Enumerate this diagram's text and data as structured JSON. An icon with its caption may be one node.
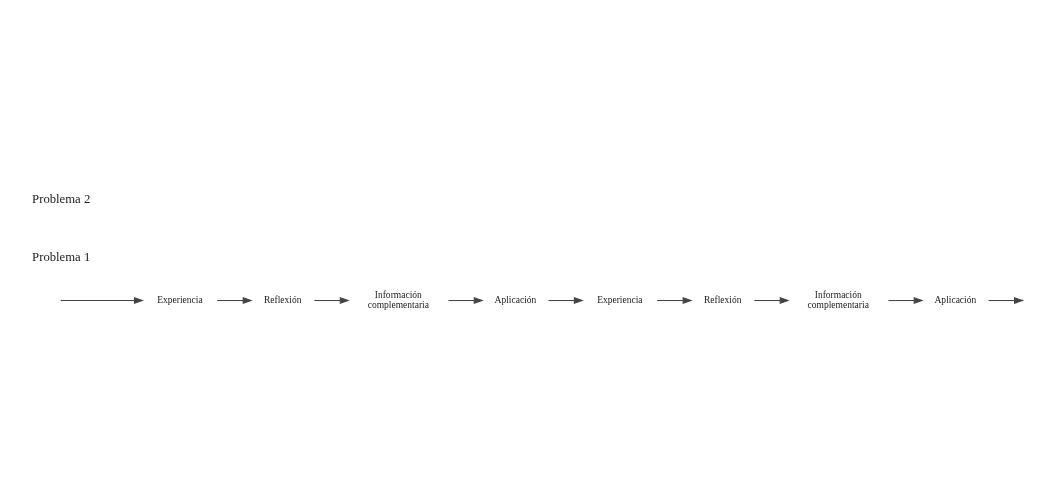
{
  "diagram": {
    "nodes": [
      {
        "text": [
          "Experiencia"
        ]
      },
      {
        "text": [
          "Reflexión"
        ]
      },
      {
        "text": [
          "Información complementaria"
        ]
      },
      {
        "text": [
          "Aplicación"
        ]
      },
      {
        "text": [
          "Experiencia"
        ]
      },
      {
        "text": [
          "Reflexión"
        ]
      },
      {
        "text": [
          "Información complementaria"
        ]
      },
      {
        "text": [
          "Aplicación"
        ]
      }
    ],
    "edges": [
      {
        "from": null,
        "to": 0,
        "arrow": "to"
      },
      {
        "from": 0,
        "to": 1,
        "arrow": "to"
      },
      {
        "from": 1,
        "to": 2,
        "arrow": "to"
      },
      {
        "from": 2,
        "to": 3,
        "arrow": "to"
      },
      {
        "from": 3,
        "to": 4,
        "arrow": "to"
      },
      {
        "from": 4,
        "to": 5,
        "arrow": "to"
      },
      {
        "from": 5,
        "to": 6,
        "arrow": "to"
      },
      {
        "from": 6,
        "to": 7,
        "arrow": "to"
      },
      {
        "from": 7,
        "to": null,
        "arrow": "to"
      }
    ],
    "labels": [
      "Problema 1",
      "Problema 2"
    ]
  }
}
